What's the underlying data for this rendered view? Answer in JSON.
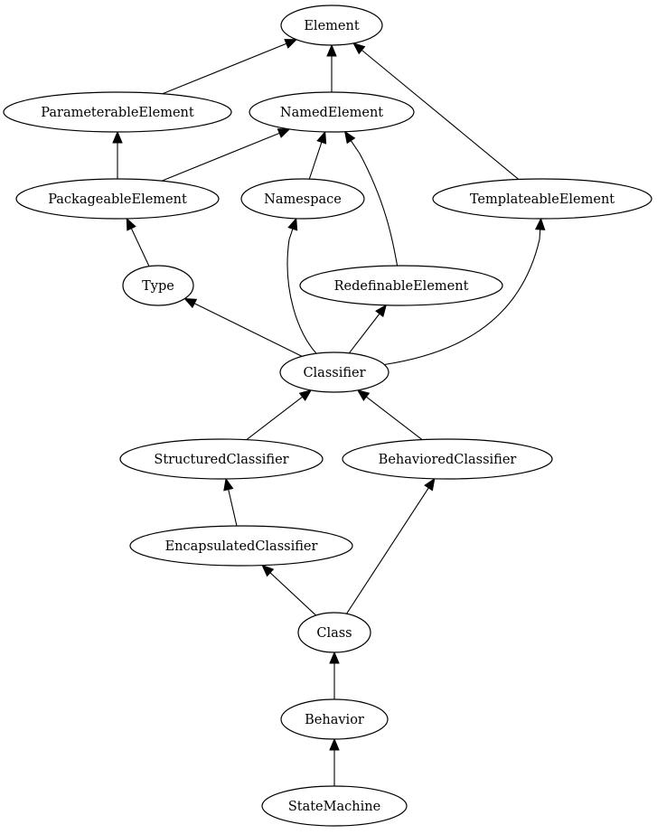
{
  "diagram": {
    "nodes": [
      {
        "id": "element",
        "label": "Element"
      },
      {
        "id": "parameterable",
        "label": "ParameterableElement"
      },
      {
        "id": "named",
        "label": "NamedElement"
      },
      {
        "id": "packageable",
        "label": "PackageableElement"
      },
      {
        "id": "namespace",
        "label": "Namespace"
      },
      {
        "id": "templateable",
        "label": "TemplateableElement"
      },
      {
        "id": "type",
        "label": "Type"
      },
      {
        "id": "redefinable",
        "label": "RedefinableElement"
      },
      {
        "id": "classifier",
        "label": "Classifier"
      },
      {
        "id": "structured",
        "label": "StructuredClassifier"
      },
      {
        "id": "behaviored",
        "label": "BehavioredClassifier"
      },
      {
        "id": "encapsulated",
        "label": "EncapsulatedClassifier"
      },
      {
        "id": "class",
        "label": "Class"
      },
      {
        "id": "behavior",
        "label": "Behavior"
      },
      {
        "id": "statemachine",
        "label": "StateMachine"
      }
    ],
    "edges": [
      {
        "from": "parameterable",
        "to": "element"
      },
      {
        "from": "named",
        "to": "element"
      },
      {
        "from": "templateable",
        "to": "element"
      },
      {
        "from": "packageable",
        "to": "parameterable"
      },
      {
        "from": "packageable",
        "to": "named"
      },
      {
        "from": "namespace",
        "to": "named"
      },
      {
        "from": "redefinable",
        "to": "named"
      },
      {
        "from": "type",
        "to": "packageable"
      },
      {
        "from": "classifier",
        "to": "type"
      },
      {
        "from": "classifier",
        "to": "namespace"
      },
      {
        "from": "classifier",
        "to": "redefinable"
      },
      {
        "from": "classifier",
        "to": "templateable"
      },
      {
        "from": "structured",
        "to": "classifier"
      },
      {
        "from": "behaviored",
        "to": "classifier"
      },
      {
        "from": "encapsulated",
        "to": "structured"
      },
      {
        "from": "class",
        "to": "encapsulated"
      },
      {
        "from": "class",
        "to": "behaviored"
      },
      {
        "from": "behavior",
        "to": "class"
      },
      {
        "from": "statemachine",
        "to": "behavior"
      }
    ]
  }
}
